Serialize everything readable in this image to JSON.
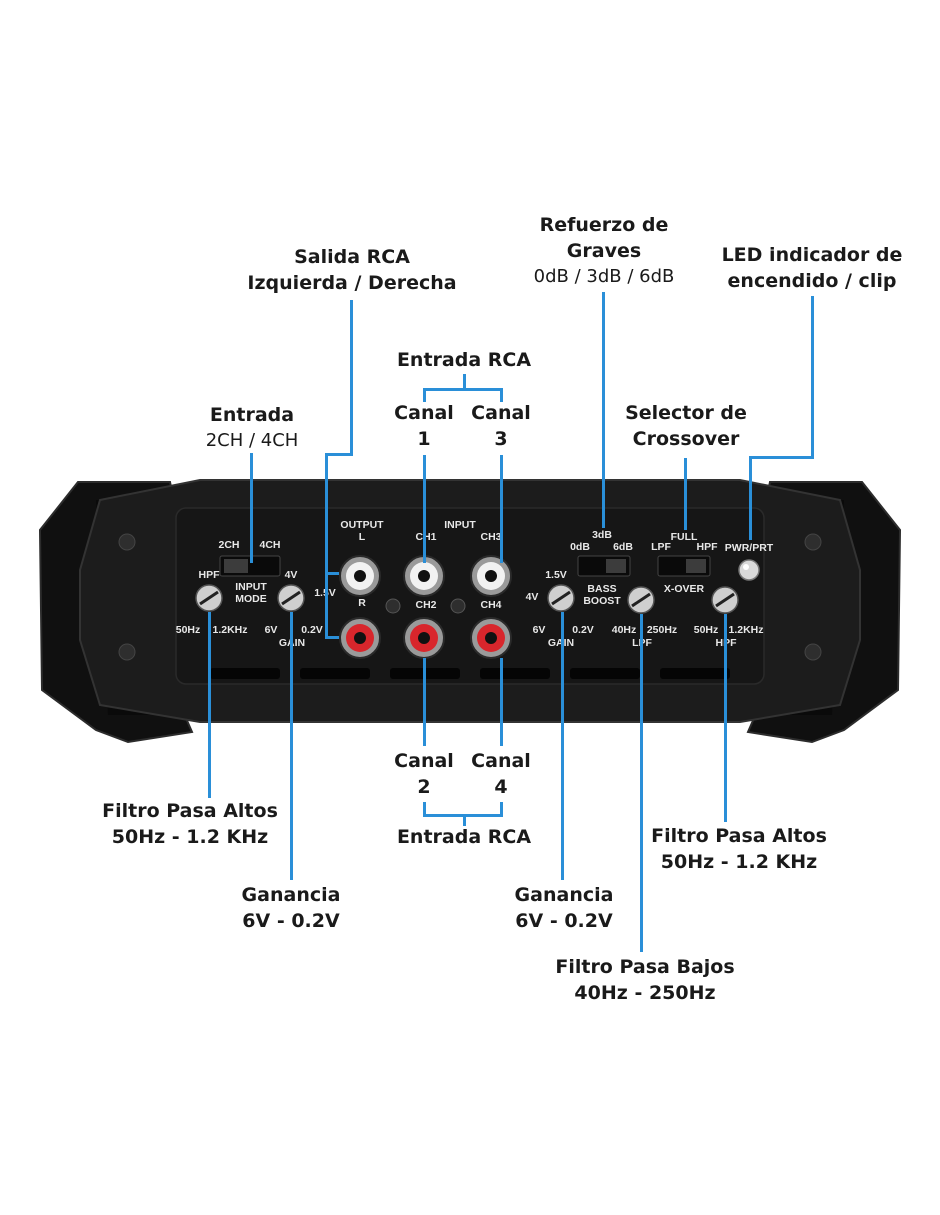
{
  "colors": {
    "leader": "#2a8fd8",
    "panel": "#1b1b1b",
    "rca_red": "#d8262c",
    "rca_white": "#f2f2f2"
  },
  "panel": {
    "hpf_left": "HPF",
    "hz50_left": "50Hz",
    "hz1k_left": "1.2KHz",
    "ch2": "2CH",
    "ch4": "4CH",
    "input_mode": "INPUT",
    "input_mode2": "MODE",
    "v4_left": "4V",
    "v15_left": "1.5V",
    "v6_left": "6V",
    "v02_left": "0.2V",
    "gain_left": "GAIN",
    "output": "OUTPUT",
    "out_l": "L",
    "out_r": "R",
    "input": "INPUT",
    "in_ch1": "CH1",
    "in_ch3": "CH3",
    "in_ch2": "CH2",
    "in_ch4": "CH4",
    "v15_right": "1.5V",
    "v4_right": "4V",
    "v6_right": "6V",
    "v02_right": "0.2V",
    "gain_right": "GAIN",
    "db0": "0dB",
    "db3": "3dB",
    "db6": "6dB",
    "bass": "BASS",
    "boost": "BOOST",
    "full": "FULL",
    "lpf_sw": "LPF",
    "hpf_sw": "HPF",
    "xover": "X-OVER",
    "hz40": "40Hz",
    "hz250": "250Hz",
    "lpf": "LPF",
    "hz50_right": "50Hz",
    "hz1k_right": "1.2KHz",
    "hpf_right": "HPF",
    "pwr": "PWR/PRT"
  },
  "callouts": {
    "rca_out": {
      "line1": "Salida RCA",
      "line2": "Izquierda / Derecha"
    },
    "input_mode": {
      "line1": "Entrada",
      "line2": "2CH / 4CH"
    },
    "rca_in_top": {
      "title": "Entrada RCA",
      "ch1_a": "Canal",
      "ch1_b": "1",
      "ch3_a": "Canal",
      "ch3_b": "3"
    },
    "bass_boost": {
      "line1": "Refuerzo de",
      "line2": "Graves",
      "line3": "0dB / 3dB / 6dB"
    },
    "led": {
      "line1": "LED indicador de",
      "line2": "encendido / clip"
    },
    "crossover": {
      "line1": "Selector de",
      "line2": "Crossover"
    },
    "rca_in_bottom": {
      "ch2_a": "Canal",
      "ch2_b": "2",
      "ch4_a": "Canal",
      "ch4_b": "4",
      "title": "Entrada RCA"
    },
    "hpf_left": {
      "line1": "Filtro Pasa Altos",
      "line2": "50Hz - 1.2 KHz"
    },
    "gain_left": {
      "line1": "Ganancia",
      "line2": "6V - 0.2V"
    },
    "gain_right": {
      "line1": "Ganancia",
      "line2": "6V - 0.2V"
    },
    "lpf": {
      "line1": "Filtro Pasa Bajos",
      "line2": "40Hz - 250Hz"
    },
    "hpf_right": {
      "line1": "Filtro Pasa Altos",
      "line2": "50Hz - 1.2 KHz"
    }
  }
}
